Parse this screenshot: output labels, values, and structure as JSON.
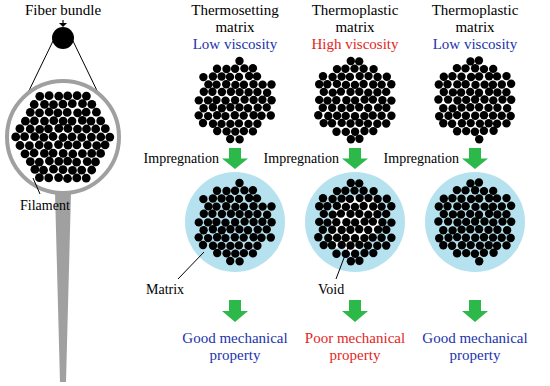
{
  "diagram": {
    "labels": [
      "Fiber bundle",
      "Thermosetting matrix",
      "Low viscosity",
      "Thermoplastic matrix",
      "High viscosity",
      "Thermoplastic matrix",
      "Low viscosity",
      "Impregnation",
      "Impregnation",
      "Impregnation",
      "Filament",
      "Matrix",
      "Void",
      "Good mechanical property",
      "Poor mechanical property",
      "Good mechanical property"
    ]
  }
}
